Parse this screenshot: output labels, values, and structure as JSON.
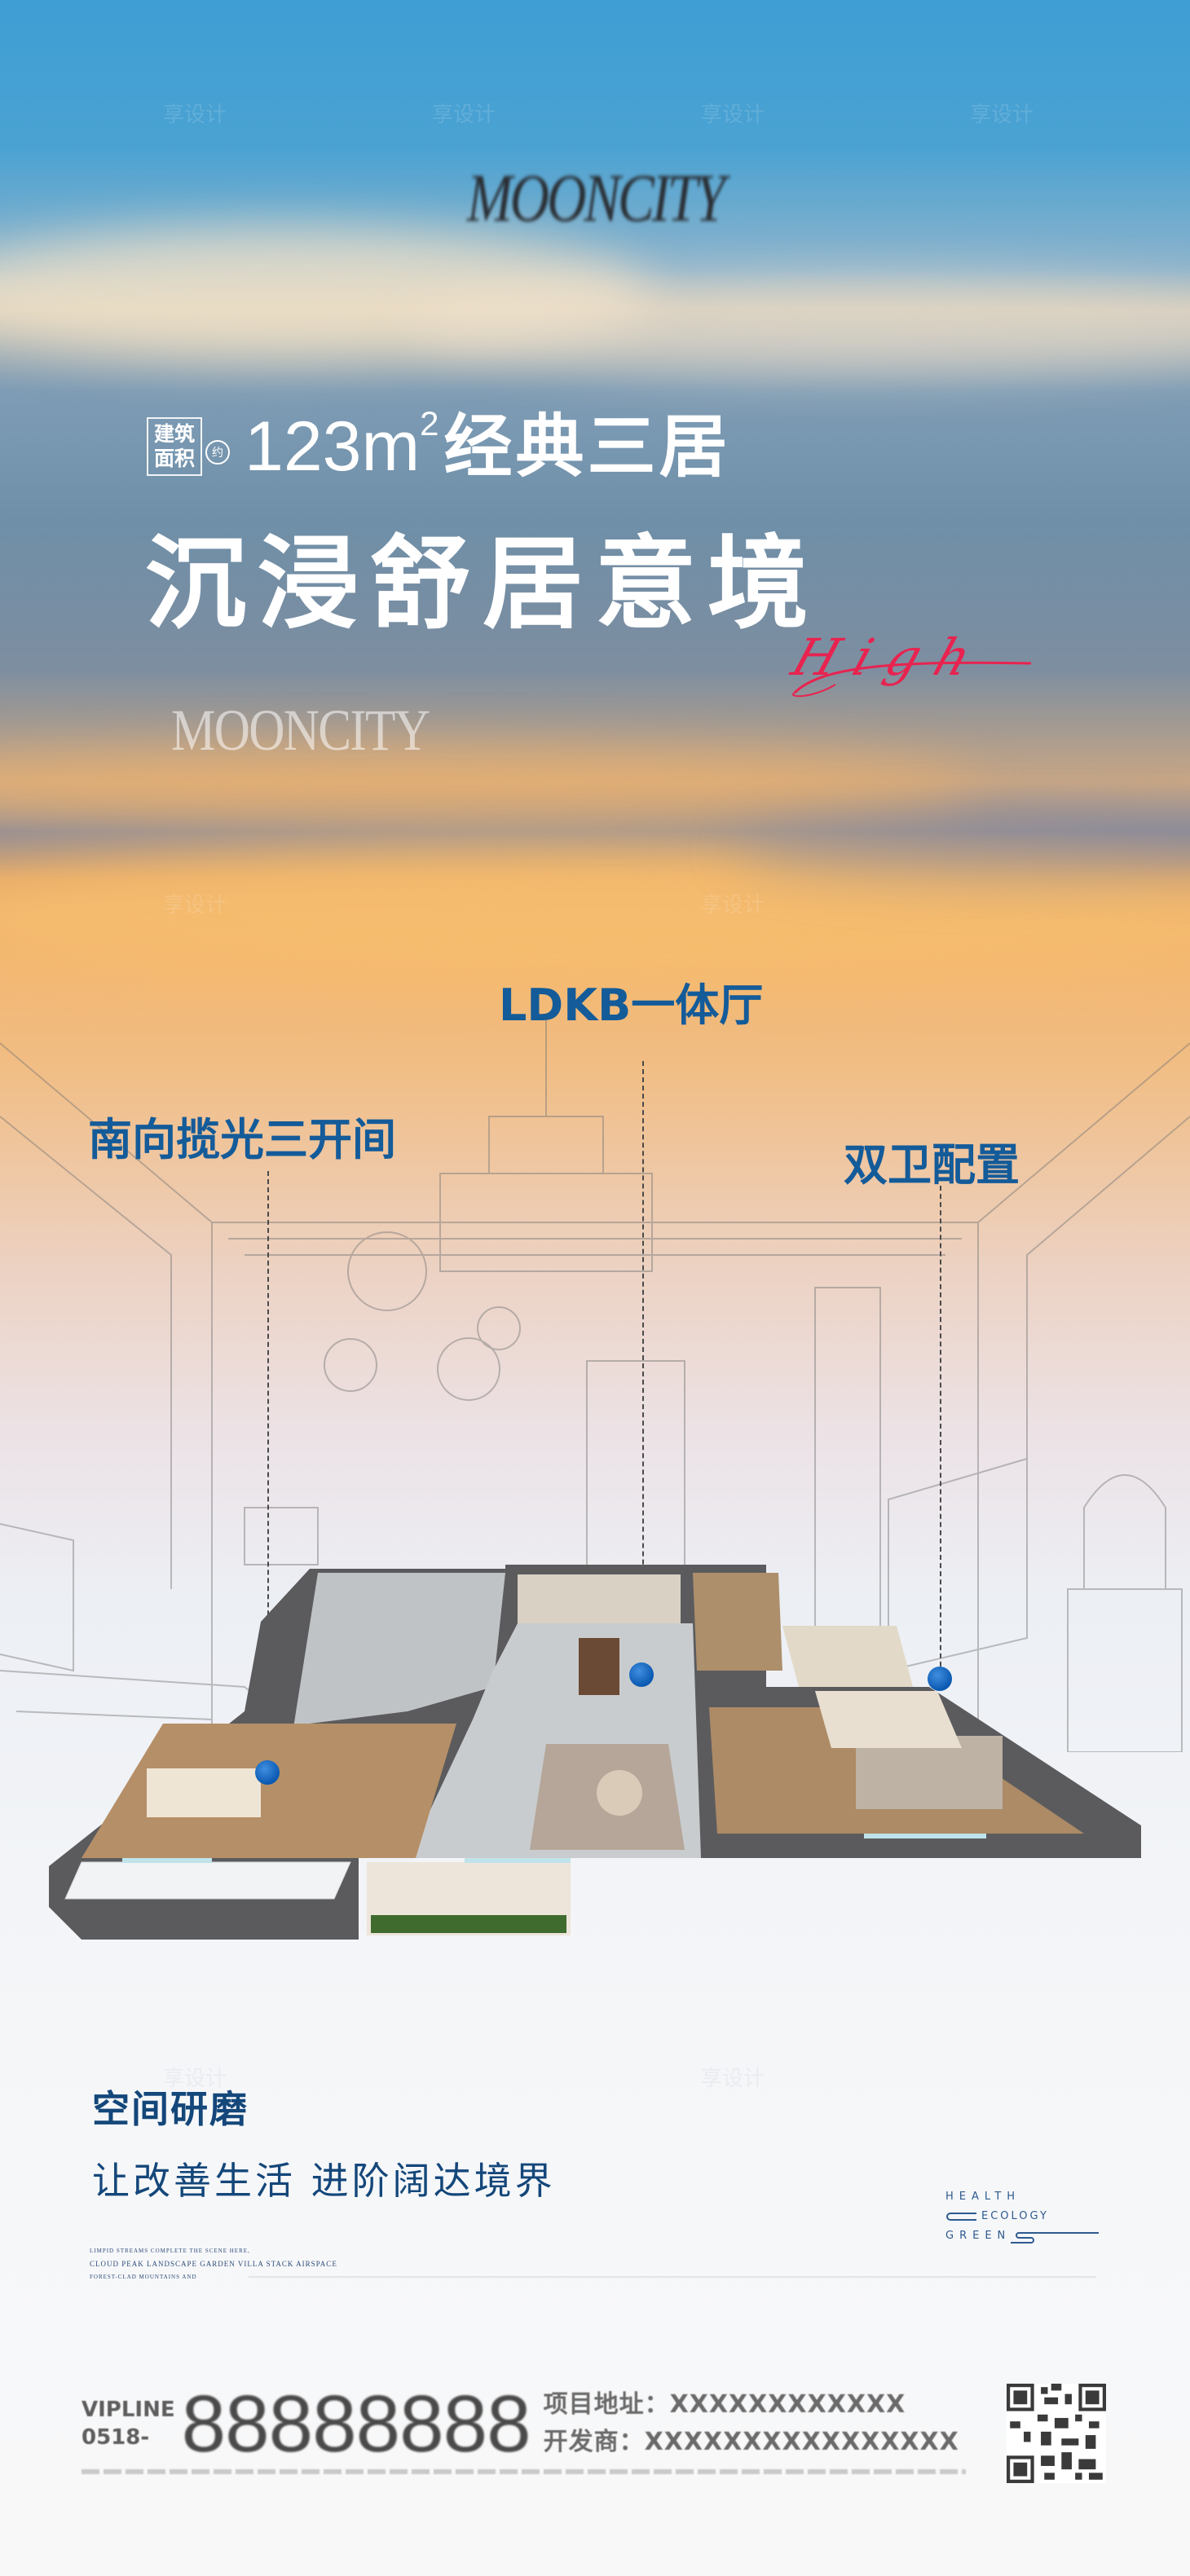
{
  "brand": {
    "logo_top": "MOONCITY",
    "logo_ghost": "MOONCITY"
  },
  "hero": {
    "area_badge_line1": "建筑",
    "area_badge_line2": "面积",
    "area_about": "约",
    "area_value": "123m",
    "area_unit_sup": "2",
    "area_title": "经典三居",
    "headline": "沉浸舒居意境",
    "script_accent": "High",
    "script_color": "#e8234f"
  },
  "features": [
    {
      "label": "LDKB一体厅",
      "position": "center"
    },
    {
      "label": "南向揽光三开间",
      "position": "left"
    },
    {
      "label": "双卫配置",
      "position": "right"
    }
  ],
  "feature_color": "#145b99",
  "slogan": {
    "title": "空间研磨",
    "subtitle": "让改善生活 进阶阔达境界",
    "english_lines": [
      "Limpid streams complete the scene here,",
      "Cloud peak landscape garden villa stack airspace",
      "Forest-clad mountains and"
    ]
  },
  "tagline_block": {
    "line1": "HEALTH",
    "line2": "ECOLOGY",
    "line3": "GREEN"
  },
  "contact": {
    "vip_label": "VIPLINE",
    "area_code": "0518-",
    "phone": "88888888",
    "address_label": "项目地址：",
    "address_value": "XXXXXXXXXXXX",
    "developer_label": "开发商：",
    "developer_value": "XXXXXXXXXXXXXXXX"
  },
  "watermark": "享设计",
  "colors": {
    "primary_blue": "#14477a",
    "sky_top": "#3f9ed4",
    "sunset": "#f2b672"
  }
}
